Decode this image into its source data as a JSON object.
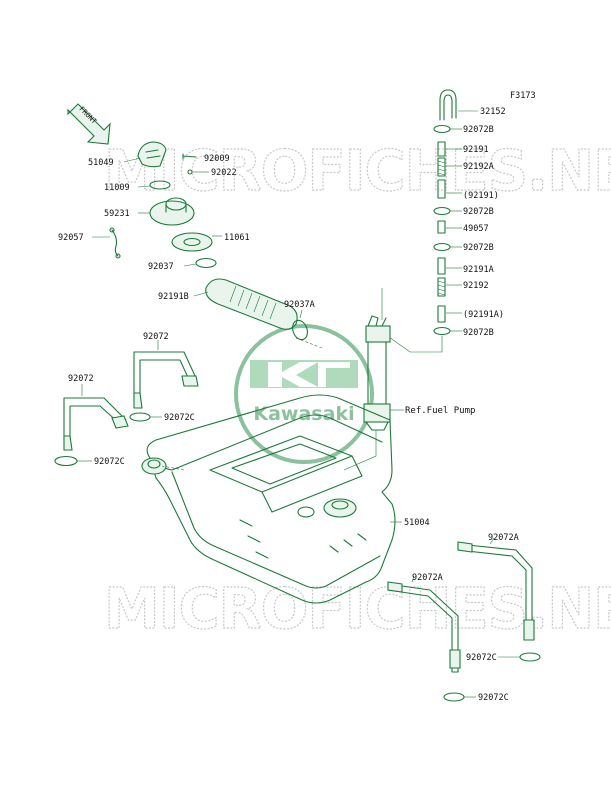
{
  "figure_code": "F3173",
  "front_label": "FRONT",
  "watermark": {
    "text": "MICROFICHES.NET",
    "brand": "Kawasaki"
  },
  "colors": {
    "line": "#1d7a3a",
    "text": "#111111",
    "watermark": "#c9c9c9",
    "logo": "#2f8f4e"
  },
  "labels": {
    "l32152": "32152",
    "l92072B_1": "92072B",
    "l92191_1": "92191",
    "l92192A": "92192A",
    "l92191p": "(92191)",
    "l92072B_2": "92072B",
    "l49057": "49057",
    "l92072B_3": "92072B",
    "l92191A_1": "92191A",
    "l92192": "92192",
    "l92191Ap": "(92191A)",
    "l92072B_4": "92072B",
    "l51049": "51049",
    "l92009": "92009",
    "l92022": "92022",
    "l11009": "11009",
    "l59231": "59231",
    "l92057": "92057",
    "l11061": "11061",
    "l92037": "92037",
    "l92191B": "92191B",
    "l92037A": "92037A",
    "l92072_1": "92072",
    "l92072_2": "92072",
    "l92072C_1": "92072C",
    "l92072C_2": "92072C",
    "lRefFuelPump": "Ref.Fuel Pump",
    "l51004": "51004",
    "l92072A_1": "92072A",
    "l92072A_2": "92072A",
    "l92072C_3": "92072C",
    "l92072C_4": "92072C"
  }
}
